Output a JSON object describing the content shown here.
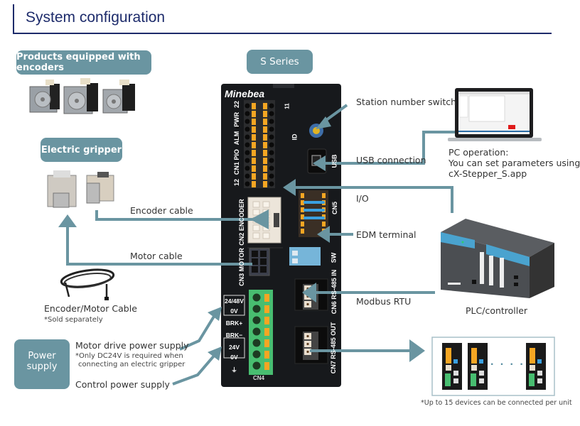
{
  "header": {
    "title": "System configuration"
  },
  "products": {
    "encoders_label": "Products equipped with encoders",
    "gripper_label": "Electric gripper",
    "series_label": "S Series"
  },
  "driver": {
    "brand": "Minebea",
    "cn1": {
      "label": "CN1 PIO",
      "pin_top": "22",
      "pin_bottom": "12",
      "pin_right": "11"
    },
    "leds": [
      "PWR",
      "ALM"
    ],
    "id_label": "ID",
    "usb_label": "USB",
    "cn2_label": "CN2 ENCODER",
    "cn3_label": "CN3 MOTOR",
    "cn5_label": "CN5",
    "sw_label": "SW",
    "cn6_label": "CN6 RS-485 IN",
    "cn7_label": "CN7 RS-485 OUT",
    "cn4_label": "CN4",
    "power_terminals": [
      "24/48V",
      "0V",
      "BRK+",
      "BRK−",
      "24V",
      "0V",
      "⏚"
    ]
  },
  "callouts": {
    "station_switch": "Station number switch",
    "usb_connection": "USB connection",
    "io": "I/O",
    "edm_terminal": "EDM terminal",
    "modbus": "Modbus RTU",
    "encoder_cable": "Encoder cable",
    "motor_cable": "Motor cable"
  },
  "pc": {
    "line1": "PC operation:",
    "line2": "You can set parameters using",
    "line3": "cX-Stepper_S.app"
  },
  "plc": {
    "label": "PLC/controller"
  },
  "cable": {
    "label": "Encoder/Motor Cable",
    "note": "*Sold separately"
  },
  "power": {
    "box_line1": "Power",
    "box_line2": "supply",
    "motor_drive": "Motor drive power supply",
    "motor_note_1": "*Only DC24V is required when",
    "motor_note_2": "connecting an electric gripper",
    "control": "Control power supply"
  },
  "daisy_chain": {
    "ellipsis": "· · · ·",
    "note": "*Up to 15 devices can be connected per unit"
  },
  "colors": {
    "accent": "#6a95a1",
    "title": "#1d2b6b",
    "driver_body": "#17191c",
    "terminal_orange": "#f5a623",
    "terminal_green": "#3dbb6a"
  }
}
